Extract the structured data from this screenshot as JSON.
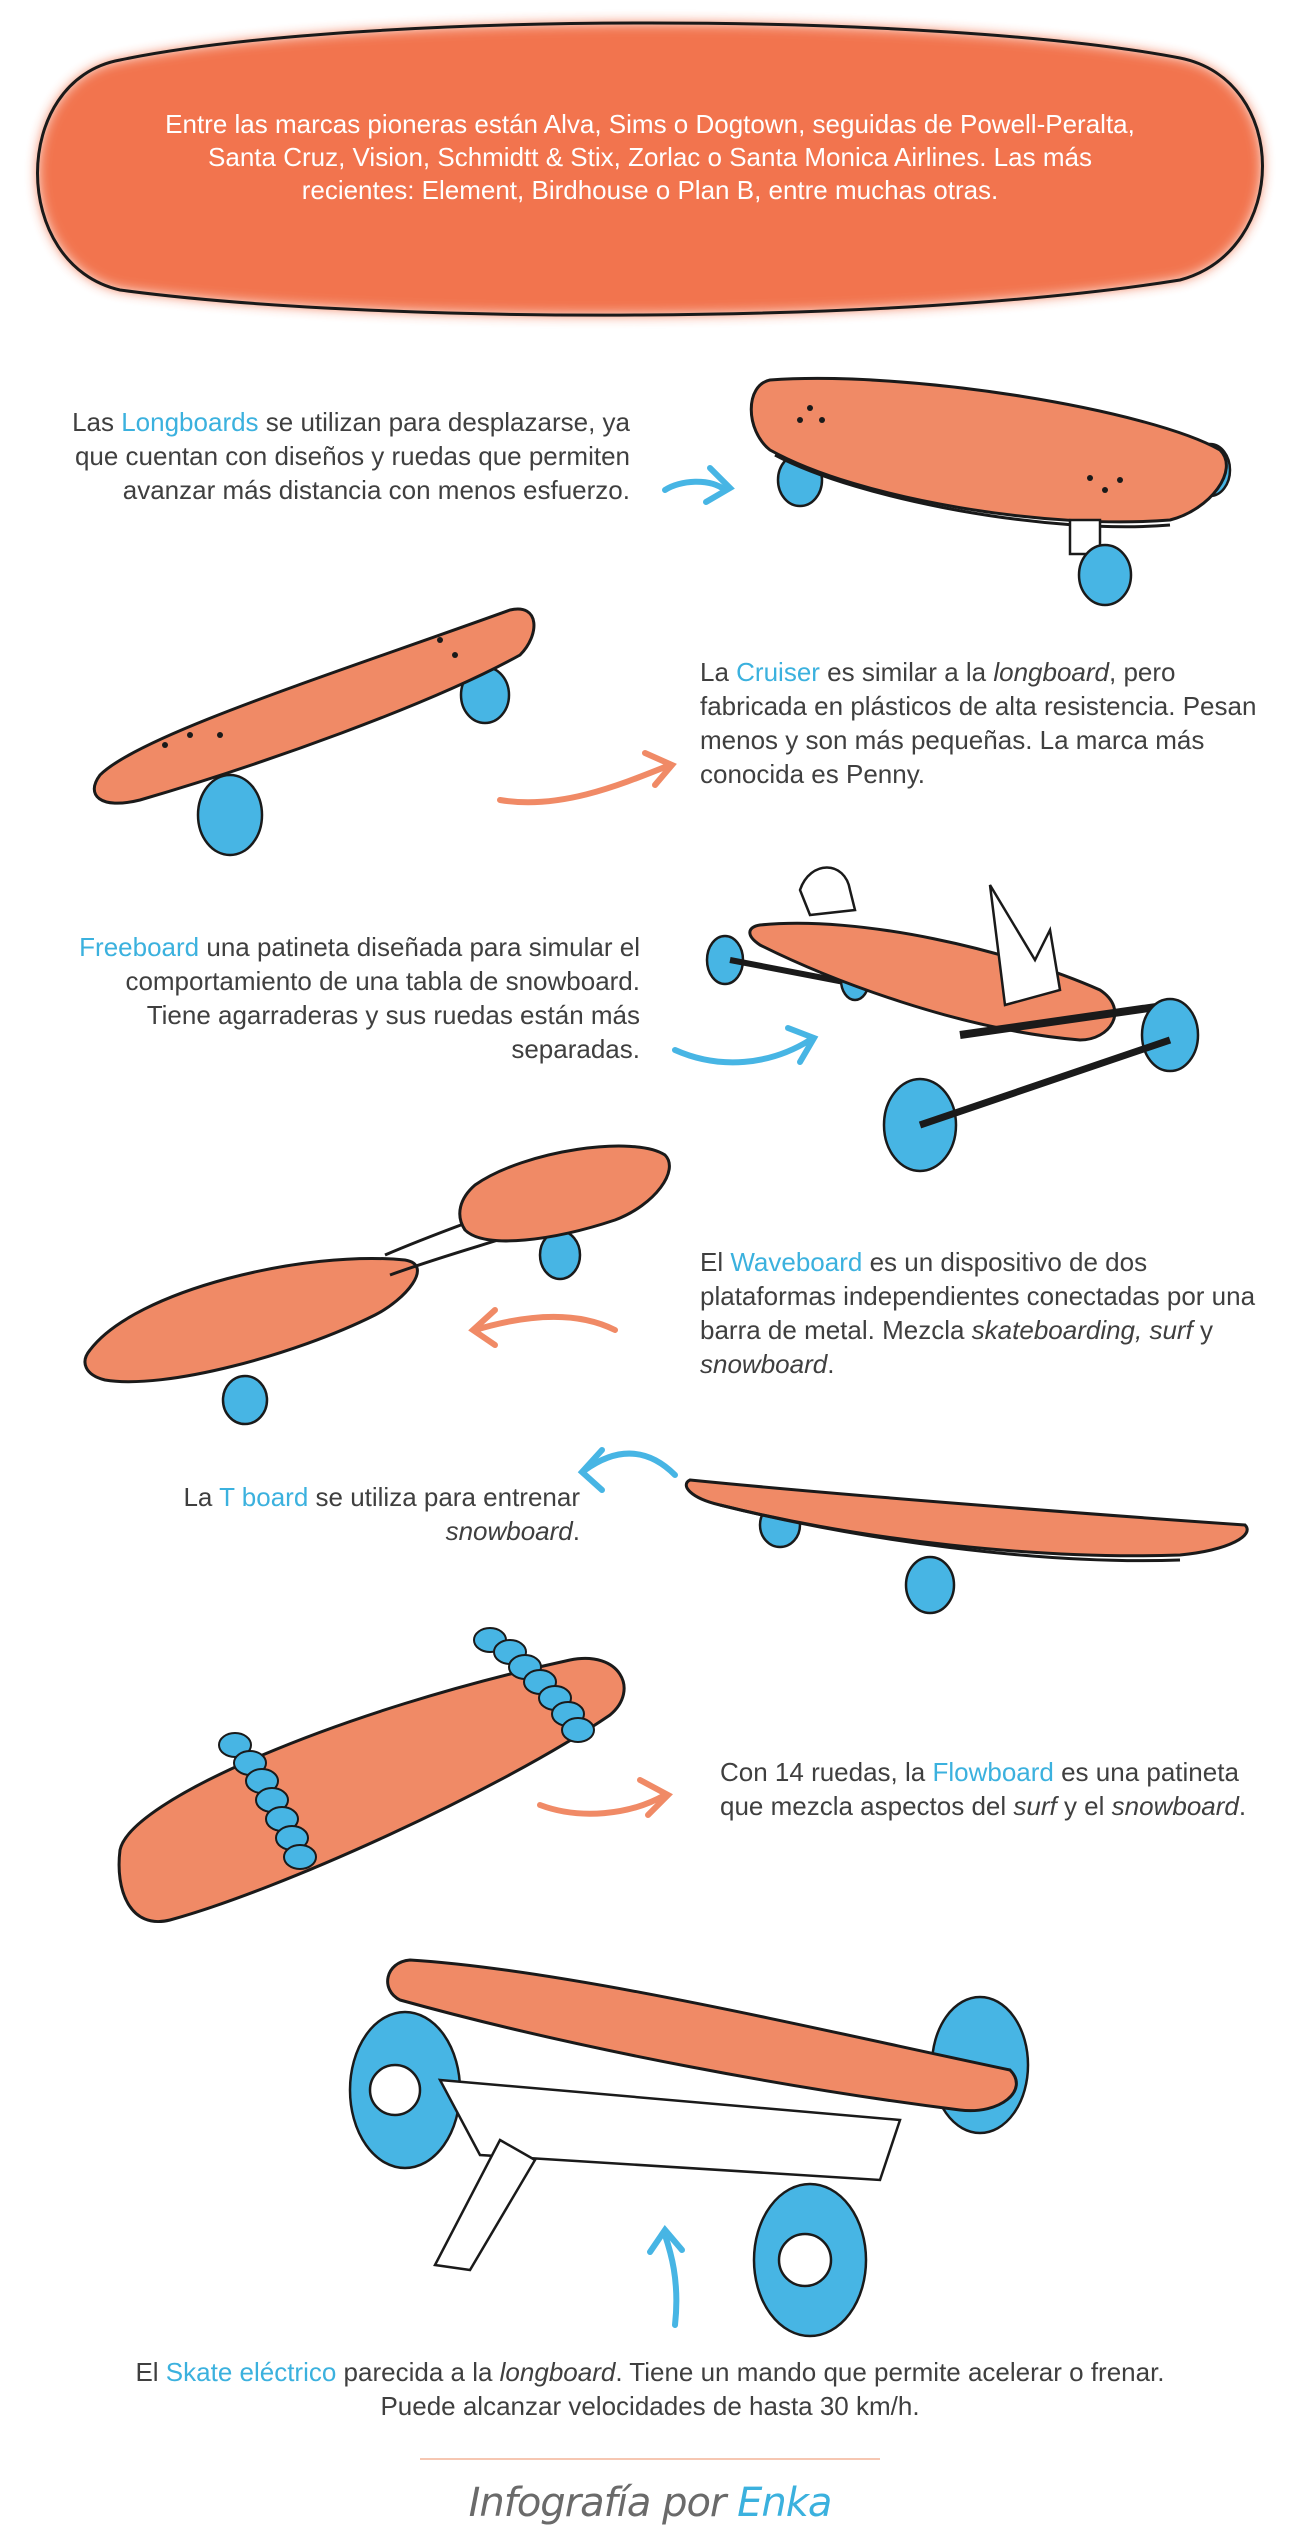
{
  "colors": {
    "orange": "#f1693f",
    "board": "#f08a66",
    "blue": "#3bb1de",
    "text": "#3f3f3f"
  },
  "banner": {
    "text": "Entre las marcas pioneras están Alva, Sims o Dogtown, seguidas de Powell-Peralta, Santa Cruz, Vision, Schmidtt & Stix, Zorlac o Santa Monica Airlines. Las más recientes: Element, Birdhouse o Plan B, entre muchas otras."
  },
  "sections": {
    "longboard": {
      "pre": "Las ",
      "name": "Longboards",
      "post": " se utilizan para desplazarse, ya que cuentan con diseños y ruedas que permiten avanzar más distancia con menos esfuerzo."
    },
    "cruiser": {
      "pre": "La ",
      "name": "Cruiser",
      "mid": " es similar a la ",
      "italic": "longboard",
      "post": ", pero fabricada en plásticos de alta resistencia. Pesan menos y son más pequeñas. La marca más conocida es Penny."
    },
    "freeboard": {
      "name": "Freeboard",
      "post": " una patineta diseñada para simular el comportamiento de una tabla de snowboard. Tiene agarraderas y sus ruedas están más separadas."
    },
    "waveboard": {
      "pre": "El ",
      "name": "Waveboard",
      "post": " es un dispositivo de dos plataformas independientes conectadas por una barra de metal. Mezcla ",
      "italic1": "skateboarding, surf",
      "and": " y ",
      "italic2": "snowboard",
      "end": "."
    },
    "tboard": {
      "pre": "La ",
      "name": "T board",
      "post": " se utiliza para entrenar ",
      "italic": "snowboard",
      "end": "."
    },
    "flowboard": {
      "pre": "Con 14 ruedas, la ",
      "name": "Flowboard",
      "post": " es una patineta que mezcla aspectos del ",
      "italic1": "surf",
      "and": " y el ",
      "italic2": "snowboard",
      "end": "."
    },
    "electric": {
      "pre": "El ",
      "name": "Skate eléctrico",
      "mid": " parecida a la ",
      "italic": "longboard",
      "post": ". Tiene un mando que permite acelerar o frenar. Puede alcanzar velocidades de hasta 30 km/h."
    }
  },
  "footer": {
    "by": "Infografía por ",
    "author": "Enka"
  }
}
